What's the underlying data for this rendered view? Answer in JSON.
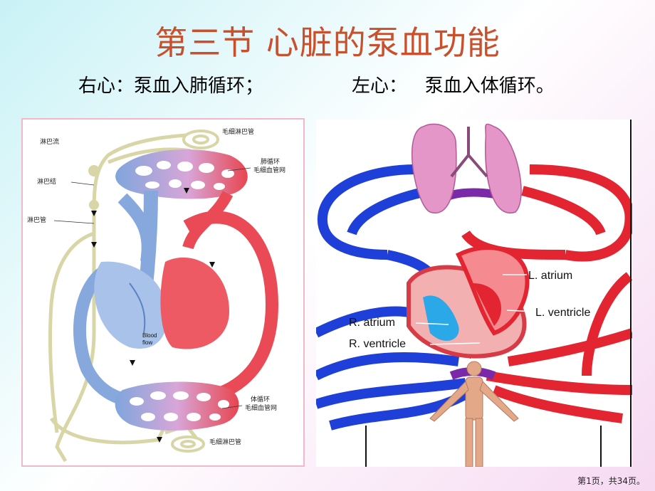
{
  "slide": {
    "title": "第三节  心脏的泵血功能",
    "subtitle_right": "右心：泵血入肺循环；",
    "subtitle_left": "左心：   泵血入体循环。",
    "page_indicator": "第1页，共34页。"
  },
  "figure_left": {
    "labels": {
      "lymph_flow": "淋巴流",
      "lymph_node": "淋巴结",
      "lymph_vessel": "淋巴管",
      "capillary_lymph_top": "毛细淋巴管",
      "pulmonary_line1": "肺循环",
      "pulmonary_line2": "毛细血管网",
      "systemic_line1": "体循环",
      "systemic_line2": "毛细血管网",
      "capillary_lymph_bottom": "毛细淋巴管",
      "blood_flow_line1": "Blood",
      "blood_flow_line2": "flow"
    }
  },
  "figure_right": {
    "labels": {
      "l_atrium": "L. atrium",
      "l_ventricle": "L. ventricle",
      "r_atrium": "R. atrium",
      "r_ventricle": "R. ventricle"
    }
  }
}
